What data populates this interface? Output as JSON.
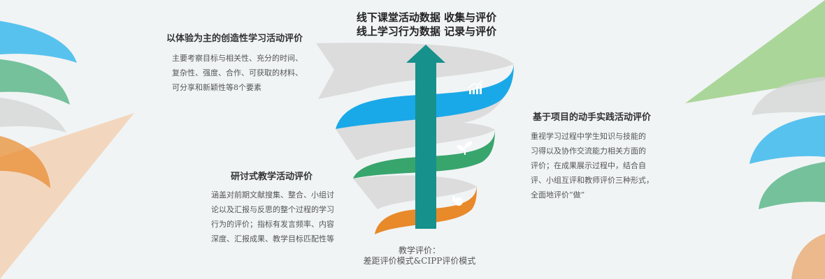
{
  "top_caption": {
    "line1": "线下课堂活动数据 收集与评价",
    "line2": "线上学习行为数据 记录与评价"
  },
  "blocks": [
    {
      "title": "以体验为主的创造性学习活动评价",
      "lines": [
        "主要考察目标与相关性、充分的时间、",
        "复杂性、强度、合作、可获取的材料、",
        "可分享和新颖性等8个要素"
      ]
    },
    {
      "title": "基于项目的动手实践活动评价",
      "lines": [
        "重视学习过程中学生知识与技能的",
        "习得以及协作交流能力相关方面的",
        "评价；在成果展示过程中，结合自",
        "评、小组互评和教师评价三种形式，",
        "全面地评价“做”"
      ]
    },
    {
      "title": "研讨式教学活动评价",
      "lines": [
        "涵盖对前期文献搜集、整合、小组讨",
        "论以及汇报与反思的整个过程的学习",
        "行为的评价；指标有发言频率、内容",
        "深度、汇报成果、教学目标匹配性等"
      ]
    }
  ],
  "bottom_caption": {
    "line1": "教学评价：",
    "line2": "差距评价模式&CIPP评价模式"
  },
  "icons": [
    "chart-growth-icon",
    "sprout-icon",
    "hand-icon"
  ],
  "colors": {
    "blue": "#1aa9e8",
    "green": "#38a56d",
    "orange": "#e8892a",
    "teal": "#16918c",
    "grey": "#dcdcdc"
  }
}
